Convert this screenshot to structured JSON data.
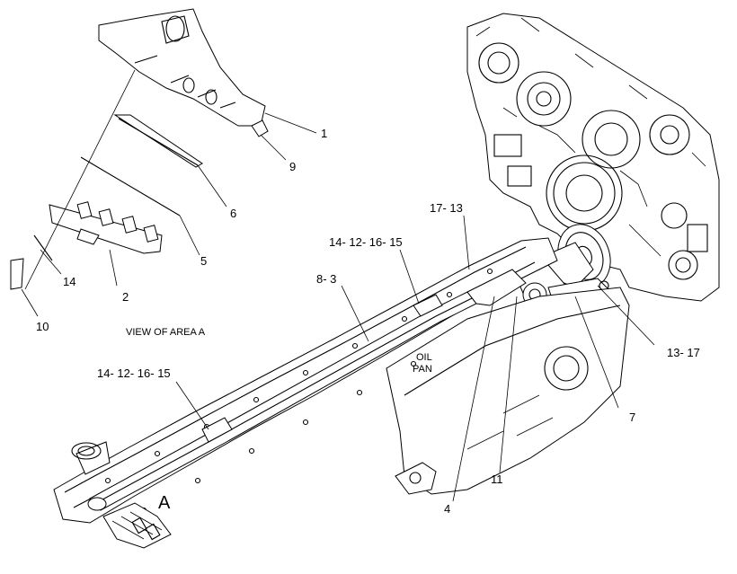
{
  "labels": {
    "c1": "1",
    "c9": "9",
    "c6": "6",
    "c5": "5",
    "c14": "14",
    "c2": "2",
    "c10": "10",
    "view": "VIEW OF AREA  A",
    "c1713": "17- 13",
    "c14121615_top": "14- 12- 16- 15",
    "c83": "8- 3",
    "oil": "OIL",
    "pan": "PAN",
    "c14121615_left": "14- 12- 16- 15",
    "c1317": "13- 17",
    "c7": "7",
    "c11": "11",
    "c4": "4",
    "area": "A"
  },
  "colors": {
    "ink": "#000000",
    "paper": "#ffffff"
  }
}
